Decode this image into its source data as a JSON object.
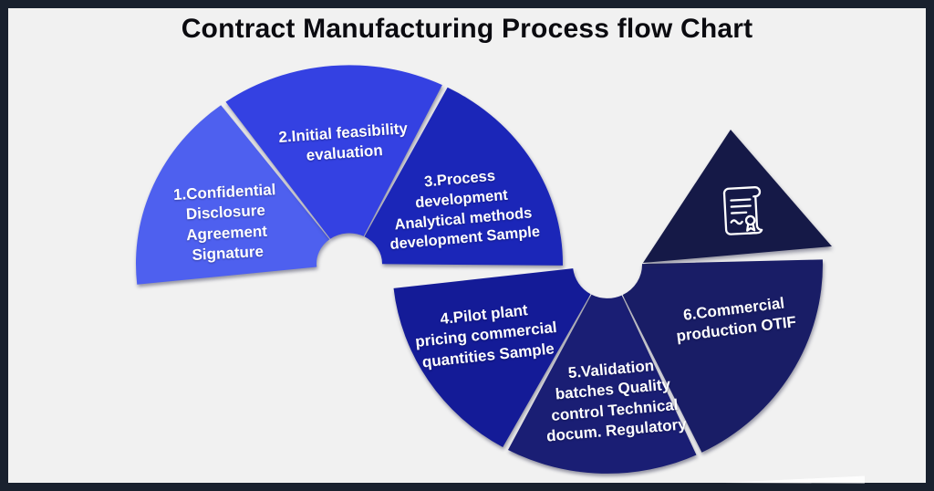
{
  "title": "Contract Manufacturing Process flow Chart",
  "colors": {
    "background": "#f1f1f1",
    "frame": "#19212e",
    "title_text": "#0b0b10",
    "label_text": "#ffffff"
  },
  "steps": [
    {
      "id": 1,
      "label": "1.Confidential\nDisclosure\nAgreement\nSignature",
      "color": "#4e60ef"
    },
    {
      "id": 2,
      "label": "2.Initial feasibility\nevaluation",
      "color": "#3441e2"
    },
    {
      "id": 3,
      "label": "3.Process\ndevelopment\nAnalytical methods\ndevelopment Sample",
      "color": "#1b26b8"
    },
    {
      "id": 4,
      "label": "4.Pilot plant\npricing commercial\nquantities Sample",
      "color": "#141b97"
    },
    {
      "id": 5,
      "label": "5.Validation\nbatches Quality\ncontrol Technical\ndocum. Regulatory",
      "color": "#1a1e74"
    },
    {
      "id": 6,
      "label": "6.Commercial\nproduction OTIF",
      "color": "#191d66"
    }
  ],
  "pointer": {
    "color": "#151947",
    "icon": "contract-scroll-icon"
  }
}
